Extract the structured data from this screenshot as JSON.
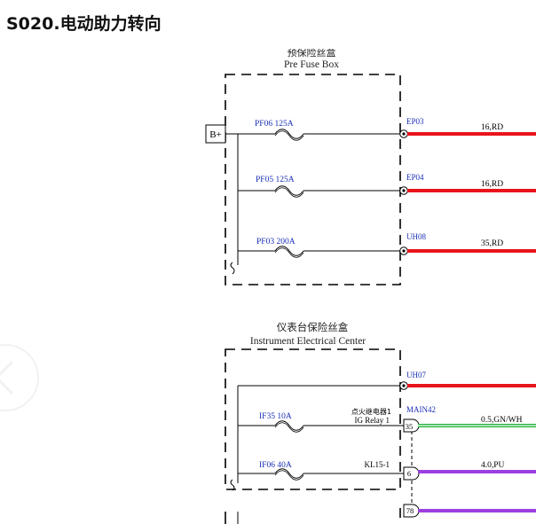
{
  "page": {
    "title": "S020.电动助力转向"
  },
  "pre_fuse_box": {
    "title_cn": "预保险丝盒",
    "title_en": "Pre Fuse Box",
    "battery_label": "B+",
    "fuses": [
      {
        "label": "PF06 125A",
        "terminal": "EP03",
        "wire": "16,RD"
      },
      {
        "label": "PF05 125A",
        "terminal": "EP04",
        "wire": "16,RD"
      },
      {
        "label": "PF03 200A",
        "terminal": "UH08",
        "wire": "35,RD"
      }
    ]
  },
  "iec": {
    "title_cn": "仪表台保险丝盒",
    "title_en": "Instrument Electrical Center",
    "top_terminal": "UH07",
    "connector_name": "MAIN42",
    "fuses": [
      {
        "label": "IF35 10A",
        "function_cn": "点火继电器1",
        "function_en": "IG Relay 1",
        "pin": "35",
        "wire": "0.5,GN/WH"
      },
      {
        "label": "IF06 40A",
        "function_en": "KL15-1",
        "pin": "6",
        "wire": "4.0,PU"
      }
    ],
    "extra_pin": "78"
  },
  "colors": {
    "red_wire": "#e8141b",
    "green_wire": "#1fb33a",
    "purple_wire": "#9b3fe0",
    "label_blue": "#1a2fb5"
  }
}
